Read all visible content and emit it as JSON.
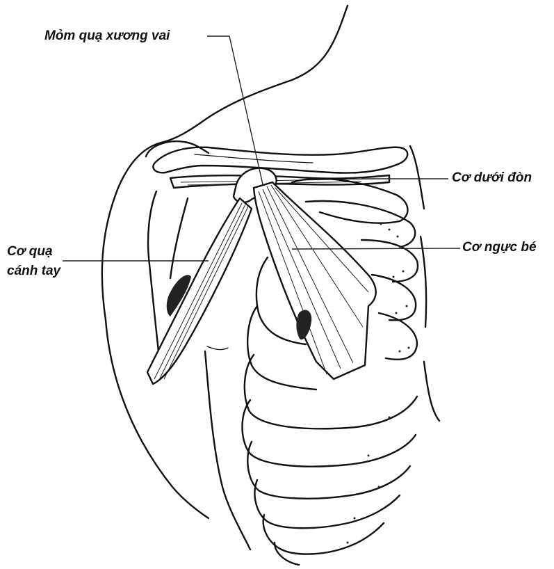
{
  "labels": {
    "coracoid_process": "Mỏm quạ xương vai",
    "subclavius": "Cơ dưới đòn",
    "pectoralis_minor": "Cơ ngực bé",
    "coracobrachialis_line1": "Cơ quạ",
    "coracobrachialis_line2": "cánh tay"
  },
  "colors": {
    "ink": "#111111",
    "background": "#ffffff"
  }
}
